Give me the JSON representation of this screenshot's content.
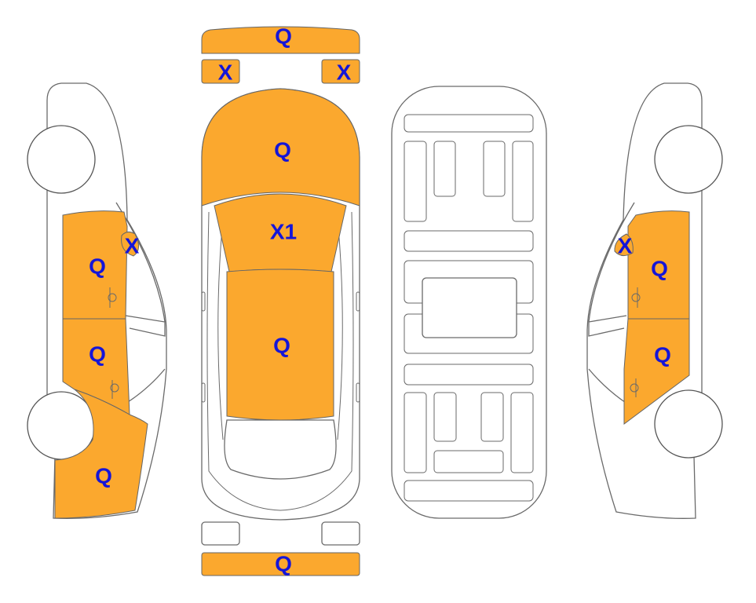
{
  "colors": {
    "damage_fill": "#FBA82E",
    "label_color": "#1515D8",
    "outline": "#6a6a6a"
  },
  "labels": {
    "front_bumper": "Q",
    "front_left_light": "X",
    "front_right_light": "X",
    "hood": "Q",
    "windshield": "X1",
    "roof": "Q",
    "rear_bumper": "Q",
    "left_mirror": "X",
    "left_front_door": "Q",
    "left_rear_door": "Q",
    "left_rear_quarter": "Q",
    "right_mirror": "X",
    "right_front_door": "Q",
    "right_rear_door": "Q"
  }
}
